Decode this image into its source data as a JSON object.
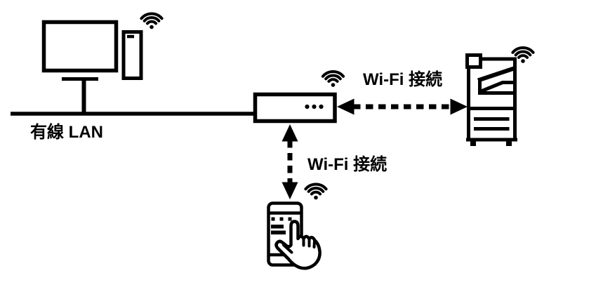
{
  "diagram": {
    "background_color": "#ffffff",
    "line_color": "#000000",
    "labels": {
      "wired_lan": "有線 LAN",
      "wifi_connection_right": "Wi-Fi 接続",
      "wifi_connection_bottom": "Wi-Fi 接続"
    },
    "icons": {
      "computer": "desktop-computer-icon",
      "router": "wireless-router-icon",
      "printer": "multifunction-printer-icon",
      "smartphone": "smartphone-touch-icon",
      "wifi": "wifi-signal-icon",
      "hand": "touch-hand-icon"
    },
    "connections": [
      {
        "from": "computer",
        "to": "router",
        "type": "wired-lan-line"
      },
      {
        "from": "router",
        "to": "printer",
        "type": "dashed-double-arrow"
      },
      {
        "from": "router",
        "to": "smartphone",
        "type": "dashed-double-arrow"
      }
    ]
  }
}
